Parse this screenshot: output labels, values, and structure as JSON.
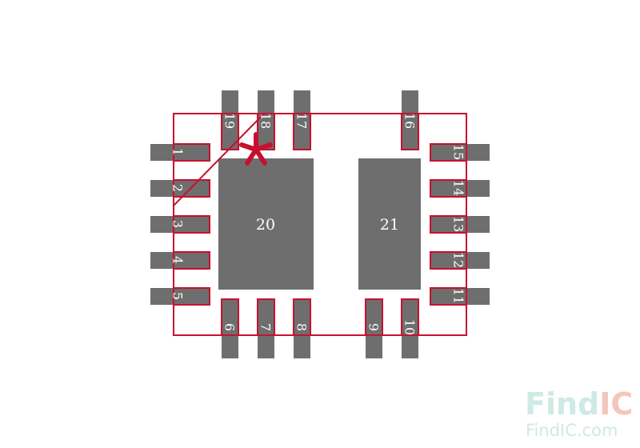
{
  "diagram": {
    "pins": {
      "left": [
        "1",
        "2",
        "3",
        "4",
        "5"
      ],
      "bottom": [
        "6",
        "7",
        "8",
        "9",
        "10"
      ],
      "right": [
        "11",
        "12",
        "13",
        "14",
        "15"
      ],
      "top": [
        "16",
        "17",
        "18",
        "19"
      ]
    },
    "thermal_pads": [
      "20",
      "21"
    ],
    "pin1_marker": "asterisk",
    "colors": {
      "copper": "#6e6e6e",
      "outline": "#c8102e",
      "label": "#ffffff"
    }
  },
  "watermark": {
    "logo_part1": "Find",
    "logo_part2": "IC",
    "url": "FindIC.com",
    "color_part1": "#cfe9e4",
    "color_part2": "#f4c6b9"
  }
}
